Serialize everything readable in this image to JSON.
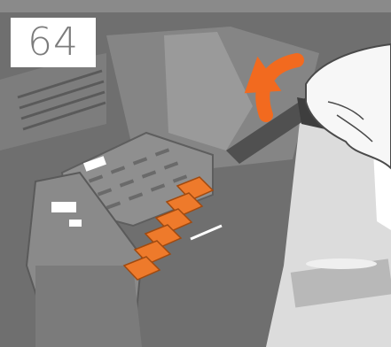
{
  "step": {
    "number": "64"
  },
  "illustration": {
    "subject": "printhead-carriage-cover-latch",
    "action": "lift-latch-handle",
    "printhead_count": 6,
    "colors": {
      "frame_gray": "#6f6f6f",
      "carriage_gray": "#8e8e8e",
      "dark_gray": "#4a4a4a",
      "printhead_orange": "#ee7a2b",
      "arrow_orange": "#f26a1f",
      "paper_white": "#ffffff"
    },
    "icons": [
      "curved-arrow-icon",
      "hand-icon"
    ]
  }
}
